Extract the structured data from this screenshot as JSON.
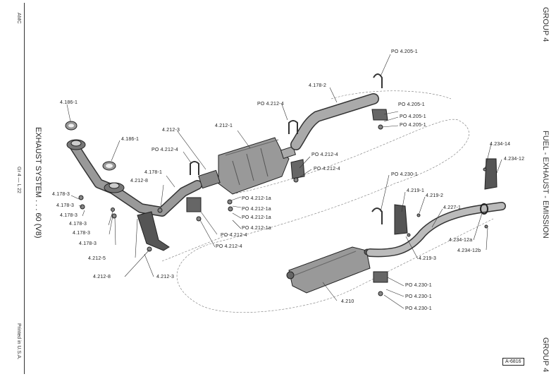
{
  "left_margin": {
    "publisher": "AMC",
    "title": "EXHAUST SYSTEM . . . 60 (V8)",
    "page_ref": "Gr 4 — L 22",
    "printed": "Printed in U.S.A."
  },
  "right_margin": {
    "group_top": "GROUP 4",
    "section": "FUEL - EXHAUST - EMISSION",
    "group_bottom": "GROUP 4"
  },
  "figure_id": "A-6816",
  "parts": [
    {
      "id": "p1",
      "text": "4.186-1"
    },
    {
      "id": "p2",
      "text": "4.186-1"
    },
    {
      "id": "p3",
      "text": "4.212-3"
    },
    {
      "id": "p4",
      "text": "PO 4.212-4"
    },
    {
      "id": "p5",
      "text": "4.178-1"
    },
    {
      "id": "p6",
      "text": "4.212-8"
    },
    {
      "id": "p7",
      "text": "4.178-3"
    },
    {
      "id": "p8",
      "text": "4.178-3"
    },
    {
      "id": "p9",
      "text": "4.178-3"
    },
    {
      "id": "p10",
      "text": "4.178-3"
    },
    {
      "id": "p11",
      "text": "4.178-3"
    },
    {
      "id": "p12",
      "text": "4.178-3"
    },
    {
      "id": "p13",
      "text": "4.212-5"
    },
    {
      "id": "p14",
      "text": "4.212-8"
    },
    {
      "id": "p15",
      "text": "4.212-3"
    },
    {
      "id": "p16",
      "text": "4.212-1"
    },
    {
      "id": "p17",
      "text": "PO 4.212-4"
    },
    {
      "id": "p18",
      "text": "4.178-2"
    },
    {
      "id": "p19",
      "text": "PO 4.205-1"
    },
    {
      "id": "p20",
      "text": "PO 4.205-1"
    },
    {
      "id": "p21",
      "text": "PO 4.205-1"
    },
    {
      "id": "p22",
      "text": "PO 4.205-1"
    },
    {
      "id": "p23",
      "text": "PO 4.212-4"
    },
    {
      "id": "p24",
      "text": "PO 4.212-4"
    },
    {
      "id": "p25",
      "text": "PO 4.212-1a"
    },
    {
      "id": "p26",
      "text": "PO 4.212-1a"
    },
    {
      "id": "p27",
      "text": "PO 4.212-1a"
    },
    {
      "id": "p28",
      "text": "PO 4.212-1a"
    },
    {
      "id": "p29",
      "text": "PO 4.212-4"
    },
    {
      "id": "p30",
      "text": "PO 4.212-4"
    },
    {
      "id": "p31",
      "text": "PO 4.230-1"
    },
    {
      "id": "p32",
      "text": "4.219-1"
    },
    {
      "id": "p33",
      "text": "4.219-2"
    },
    {
      "id": "p34",
      "text": "4.227-1"
    },
    {
      "id": "p35",
      "text": "4.219-3"
    },
    {
      "id": "p36",
      "text": "4.234-14"
    },
    {
      "id": "p37",
      "text": "4.234-12"
    },
    {
      "id": "p38",
      "text": "4.234-12a"
    },
    {
      "id": "p39",
      "text": "4.234-12b"
    },
    {
      "id": "p40",
      "text": "4.210"
    },
    {
      "id": "p41",
      "text": "PO 4.230-1"
    },
    {
      "id": "p42",
      "text": "PO 4.230-1"
    },
    {
      "id": "p43",
      "text": "PO 4.230-1"
    }
  ]
}
